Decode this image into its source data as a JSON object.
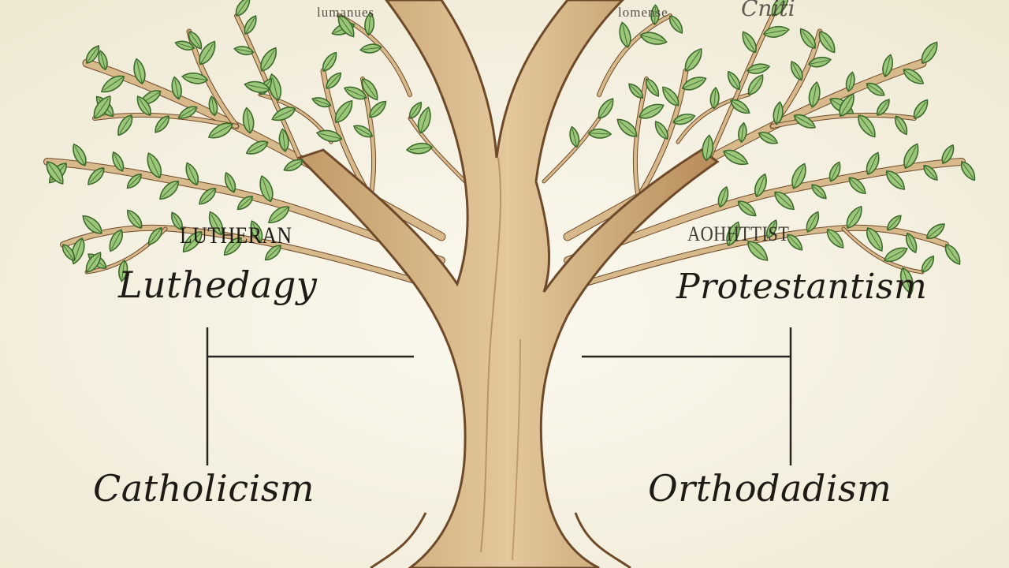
{
  "top_text": {
    "left": "lumanues",
    "right": "lomense",
    "right_script": "Cniti"
  },
  "branches": {
    "upper_left": {
      "caps": "LUTHERAN",
      "script": "Luthedagy"
    },
    "upper_right": {
      "caps": "AOHHTTIST",
      "script": "Protestantism"
    },
    "lower_left": {
      "script": "Catholicism"
    },
    "lower_right": {
      "script": "Orthodadism"
    }
  },
  "colors": {
    "background": "#f6f2e4",
    "trunk": "#d8b98c",
    "trunk_outline": "#6e4a2a",
    "leaf": "#9cc77a",
    "leaf_outline": "#3c6a2c",
    "ink": "#1e1a16"
  }
}
